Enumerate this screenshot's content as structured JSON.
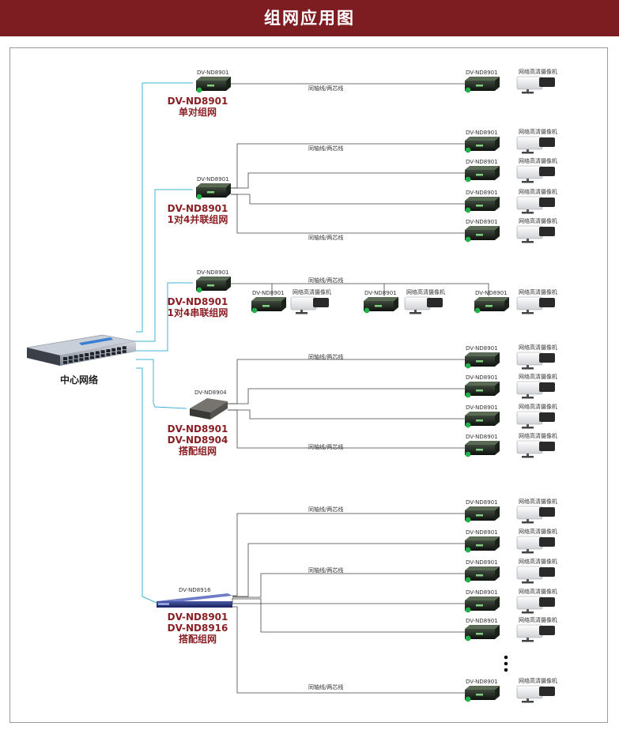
{
  "title": "组网应用图",
  "center_label": "中心网络",
  "groups": [
    {
      "lines": [
        "DV-ND8901",
        "单对组网"
      ],
      "device_label": "DV-ND8901"
    },
    {
      "lines": [
        "DV-ND8901",
        "1对4并联组网"
      ],
      "device_label": "DV-ND8901"
    },
    {
      "lines": [
        "DV-ND8901",
        "1对4串联组网"
      ],
      "device_label": "DV-ND8901"
    },
    {
      "lines": [
        "DV-ND8901",
        "DV-ND8904",
        "搭配组网"
      ],
      "device_label": "DV-ND8904"
    },
    {
      "lines": [
        "DV-ND8901",
        "DV-ND8916",
        "搭配组网"
      ],
      "device_label": "DV-ND8916"
    }
  ],
  "remote_label": "DV-ND8901",
  "camera_label": "网络高清摄像机",
  "cable_label": "同轴线/两芯线",
  "colors": {
    "banner": "#7d1d22",
    "link": "#3fb3d7",
    "group_text": "#8a1f24"
  }
}
